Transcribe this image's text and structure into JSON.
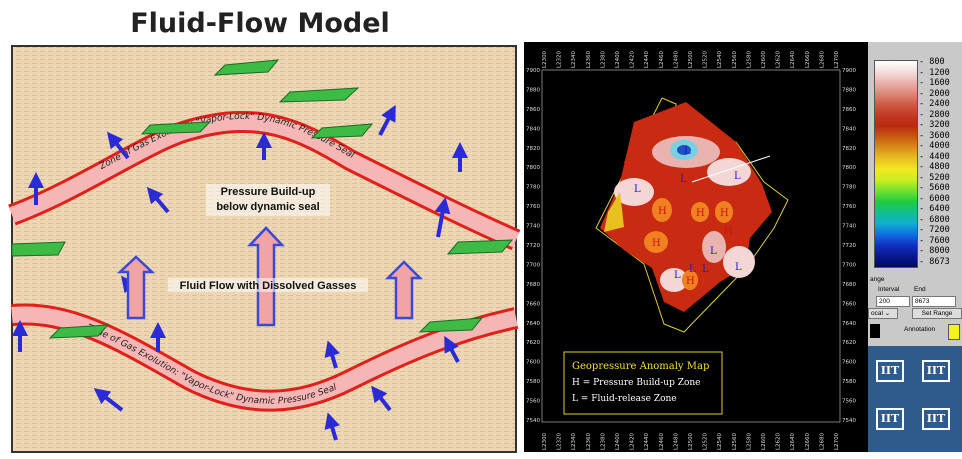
{
  "left_diagram": {
    "title": "Fluid-Flow Model",
    "center_label": [
      "Pressure Build-up",
      "below dynamic seal"
    ],
    "flow_label": "Fluid Flow with Dissolved Gasses",
    "upper_seal_text": "Zone of Gas Exolution: \"Vapor-Lock\" Dynamic Pressure Seal",
    "lower_seal_text": "Zone of Gas Exolution: \"Vapor-Lock\" Dynamic Pressure Seal",
    "colors": {
      "background": "#ead2b0",
      "seal": "#f5b7b5",
      "seal_edge": "#e0201a",
      "arrow": "#2a2ad6",
      "lens": "#3dbb45"
    }
  },
  "map": {
    "legend_title": "Geopressure Anomaly Map",
    "legend_h": "H = Pressure Build-up Zone",
    "legend_l": "L = Fluid-release Zone",
    "y_ticks": [
      "7900",
      "7880",
      "7860",
      "7840",
      "7820",
      "7800",
      "7780",
      "7760",
      "7740",
      "7720",
      "7700",
      "7680",
      "7660",
      "7640",
      "7620",
      "7600",
      "7580",
      "7560",
      "7540"
    ],
    "x_ticks": [
      "L2300",
      "L2320",
      "L2340",
      "L2360",
      "L2380",
      "L2400",
      "L2420",
      "L2440",
      "L2460",
      "L2480",
      "L2500",
      "L2520",
      "L2540",
      "L2560",
      "L2580",
      "L2600",
      "L2620",
      "L2640",
      "L2660",
      "L2680",
      "L2700"
    ],
    "marks_H": [
      "H",
      "H",
      "H",
      "H",
      "H",
      "H"
    ],
    "marks_L": [
      "L",
      "L",
      "L",
      "L",
      "L",
      "L",
      "L",
      "L",
      "L"
    ]
  },
  "scale": {
    "labels": [
      "800",
      "1200",
      "1600",
      "2000",
      "2400",
      "2800",
      "3200",
      "3600",
      "4000",
      "4400",
      "4800",
      "5200",
      "5600",
      "6000",
      "6400",
      "6800",
      "7200",
      "7600",
      "8000",
      "8673"
    ],
    "colors": [
      "#ffffff",
      "#f6dede",
      "#eab2ad",
      "#dd8878",
      "#cf5a44",
      "#c23a22",
      "#b82a10",
      "#c85a10",
      "#d98e1a",
      "#e8c020",
      "#f2e820",
      "#c8ee20",
      "#70e030",
      "#20cc40",
      "#10c090",
      "#10b0d0",
      "#1070e0",
      "#1030c0",
      "#0a1890",
      "#000860"
    ]
  },
  "controls": {
    "range_label": "ange",
    "interval_label": "Interval",
    "end_label": "End",
    "interval_value": "200",
    "end_value": "8673",
    "mode_value": "ocal",
    "set_range_label": "Set Range",
    "annotation_label": "Annotation",
    "logo_text": "IIT"
  }
}
